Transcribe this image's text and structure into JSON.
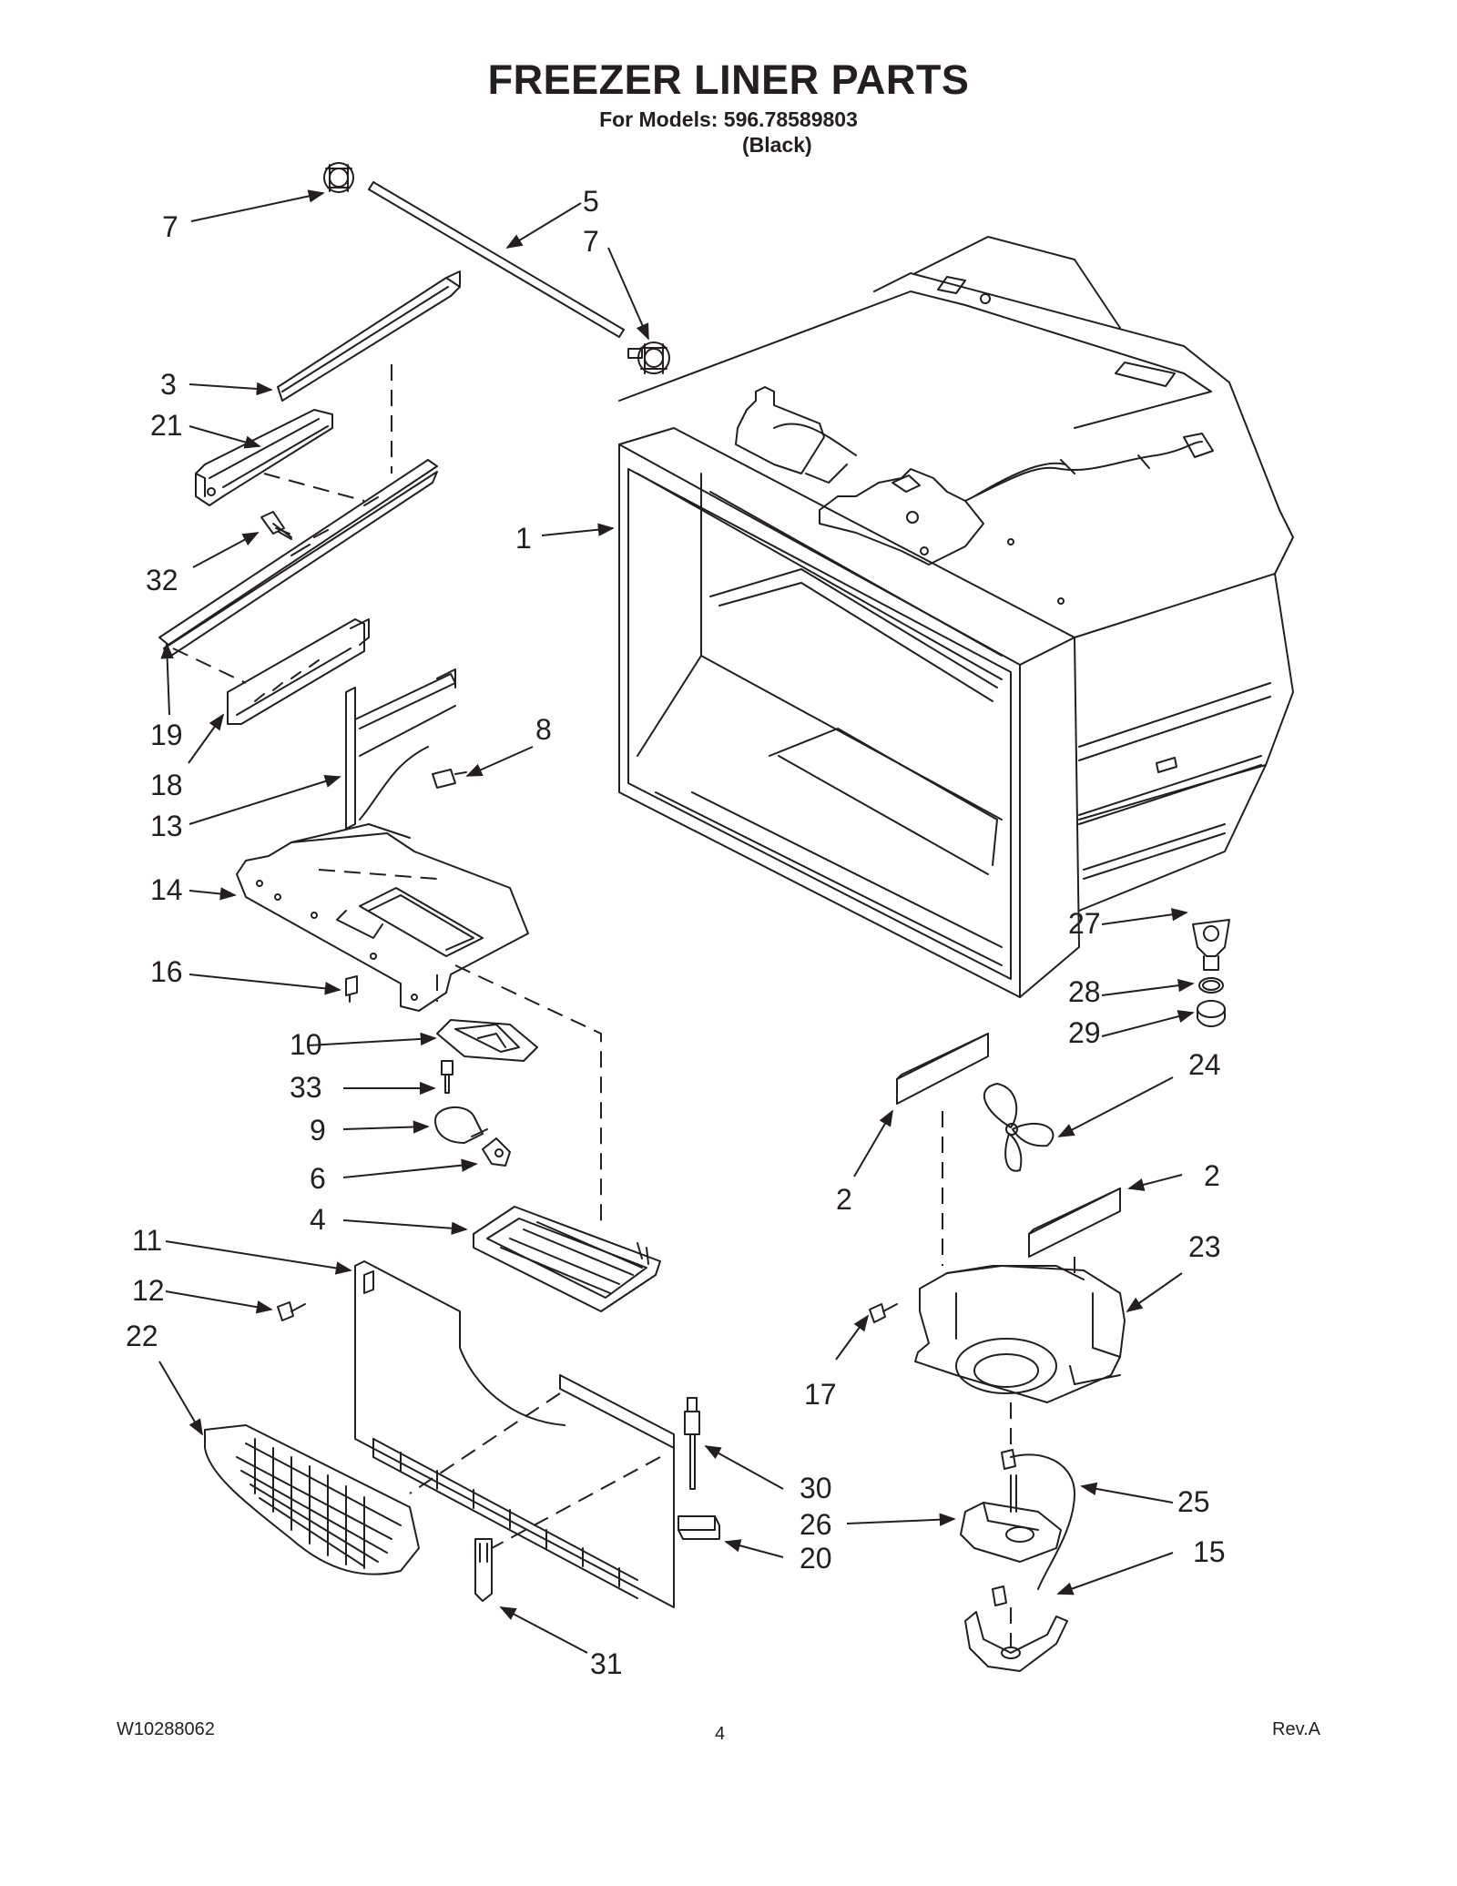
{
  "header": {
    "title": "FREEZER LINER PARTS",
    "models_line": "For Models: 596.78589803",
    "color_line": "(Black)"
  },
  "callouts": [
    "1",
    "2",
    "2",
    "3",
    "4",
    "5",
    "6",
    "7",
    "7",
    "8",
    "9",
    "10",
    "11",
    "12",
    "13",
    "14",
    "15",
    "16",
    "17",
    "18",
    "19",
    "20",
    "21",
    "22",
    "23",
    "24",
    "25",
    "26",
    "27",
    "28",
    "29",
    "30",
    "31",
    "32",
    "33"
  ],
  "footer": {
    "doc_number": "W10288062",
    "page_number": "4",
    "revision": "Rev.A"
  }
}
